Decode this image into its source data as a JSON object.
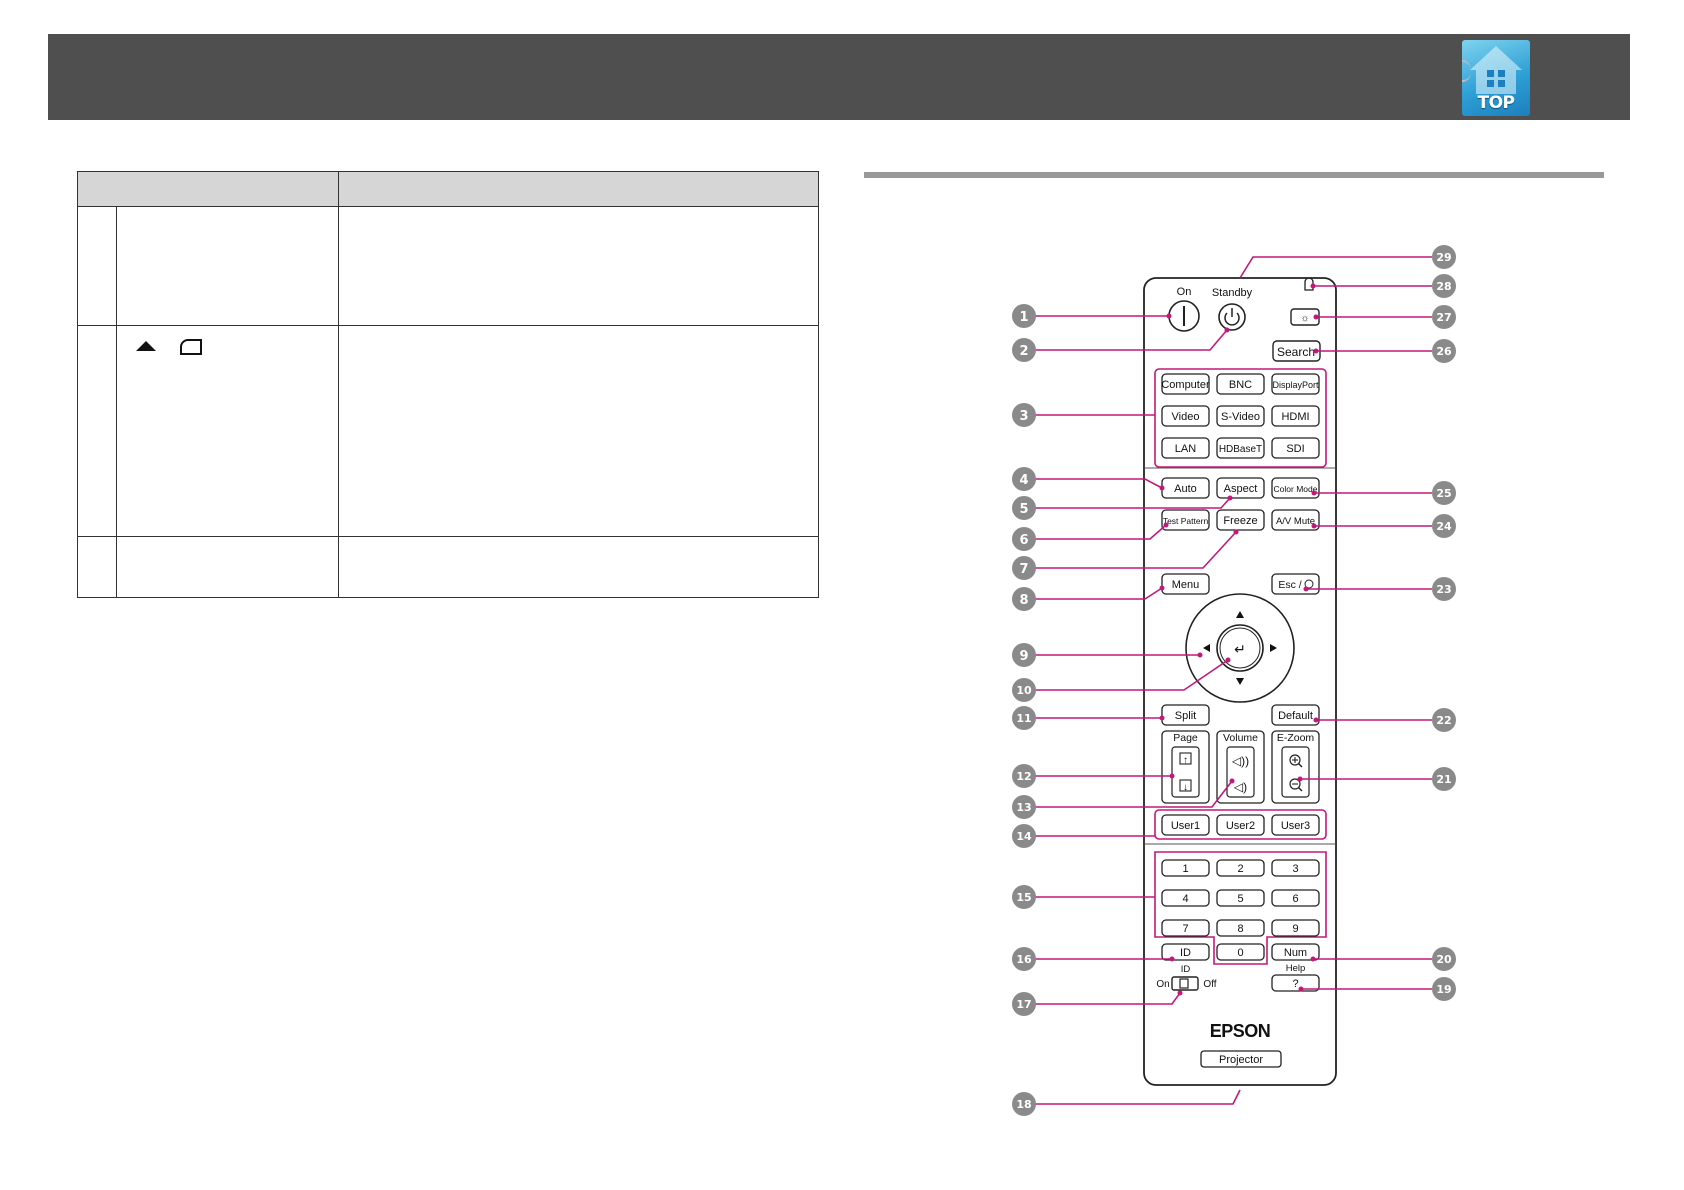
{
  "header": {
    "top_button_label": "TOP",
    "top_button_icon": "home-icon"
  },
  "table": {
    "rows": 3
  },
  "remote": {
    "brand": "EPSON",
    "model_label": "Projector",
    "power": {
      "on": "On",
      "standby": "Standby"
    },
    "source_buttons": [
      "Computer",
      "BNC",
      "DisplayPort",
      "Video",
      "S-Video",
      "HDMI",
      "LAN",
      "HDBaseT",
      "SDI"
    ],
    "search": "Search",
    "auto": "Auto",
    "aspect": "Aspect",
    "color_mode": "Color Mode",
    "test_pattern": "Test Pattern",
    "freeze": "Freeze",
    "av_mute": "A/V Mute",
    "menu": "Menu",
    "esc": "Esc /",
    "split": "Split",
    "default": "Default",
    "page_label": "Page",
    "volume_label": "Volume",
    "ezoom_label": "E-Zoom",
    "user_buttons": [
      "User1",
      "User2",
      "User3"
    ],
    "number_buttons": [
      "1",
      "2",
      "3",
      "4",
      "5",
      "6",
      "7",
      "8",
      "9"
    ],
    "zero": "0",
    "id_button": "ID",
    "num_button": "Num",
    "help_label": "Help",
    "help_button": "?",
    "id_switch_label": "ID",
    "id_switch_on": "On",
    "id_switch_off": "Off"
  },
  "callouts": [
    "1",
    "2",
    "3",
    "4",
    "5",
    "6",
    "7",
    "8",
    "9",
    "10",
    "11",
    "12",
    "13",
    "14",
    "15",
    "16",
    "17",
    "18",
    "19",
    "20",
    "21",
    "22",
    "23",
    "24",
    "25",
    "26",
    "27",
    "28",
    "29"
  ],
  "colors": {
    "header": "#4f4f4f",
    "callout": "#8a8a8a",
    "leader": "#c2187a",
    "table_header": "#d6d6d6"
  }
}
